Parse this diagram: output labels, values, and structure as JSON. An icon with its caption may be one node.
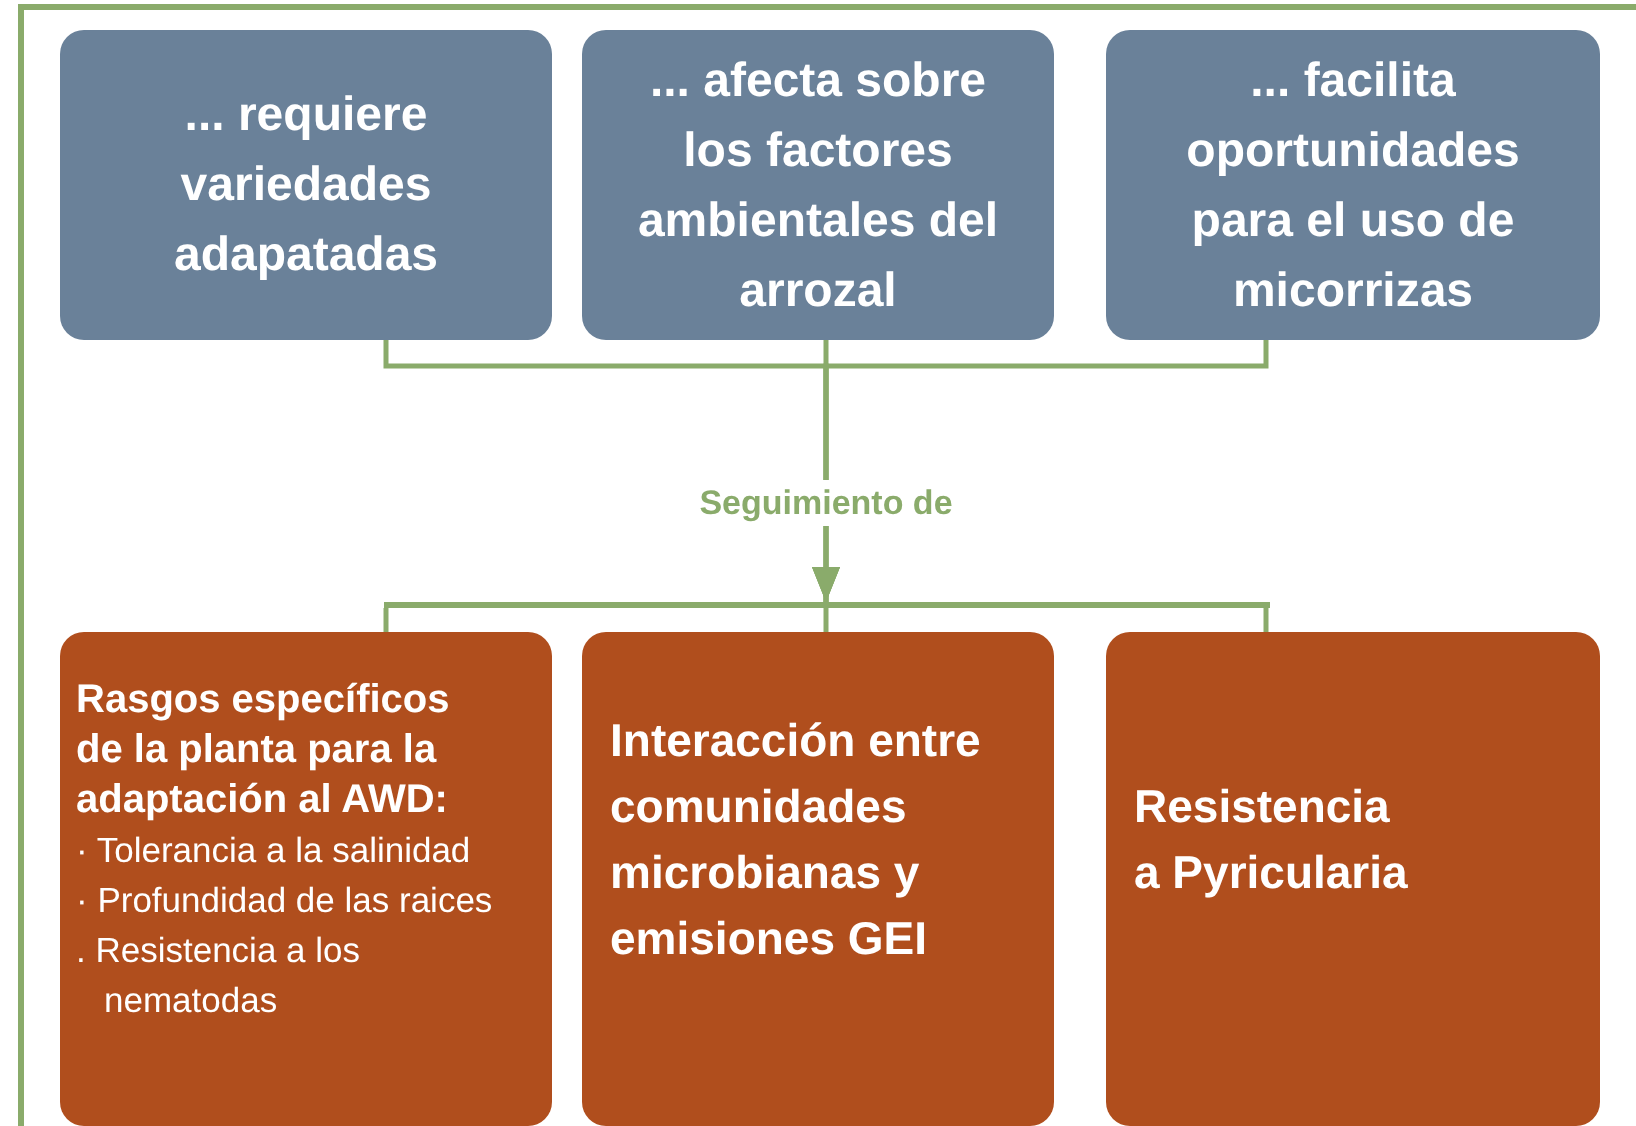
{
  "diagram": {
    "nodes": [
      {
        "text": [
          "... requiere variedades adapatadas"
        ]
      },
      {
        "text": [
          "... afecta sobre los factores ambientales del arrozal"
        ]
      },
      {
        "text": [
          "... facilita oportunidades para el uso de micorrizas"
        ]
      },
      {
        "text": [
          "Rasgos específicos de la planta para la adaptación al AWD:",
          "· Tolerancia a la salinidad",
          "· Profundidad de las raices",
          ". Resistencia a los nematodas"
        ]
      },
      {
        "text": [
          "Interacción entre comunidades microbianas y emisiones GEI"
        ]
      },
      {
        "text": [
          "Resistencia a Pyricularia"
        ]
      },
      {
        "text": [],
        "shape": "bar"
      }
    ],
    "edges": [
      {
        "from": 0,
        "to": 6,
        "arrow": "to"
      },
      {
        "from": 1,
        "to": 6,
        "arrow": "to"
      },
      {
        "from": 2,
        "to": 6,
        "arrow": "to"
      },
      {
        "from": 6,
        "to": 3,
        "arrow": "none"
      },
      {
        "from": 6,
        "to": 4,
        "arrow": "none"
      },
      {
        "from": 6,
        "to": 5,
        "arrow": "none"
      }
    ],
    "labels": [
      "Seguimiento de"
    ]
  }
}
